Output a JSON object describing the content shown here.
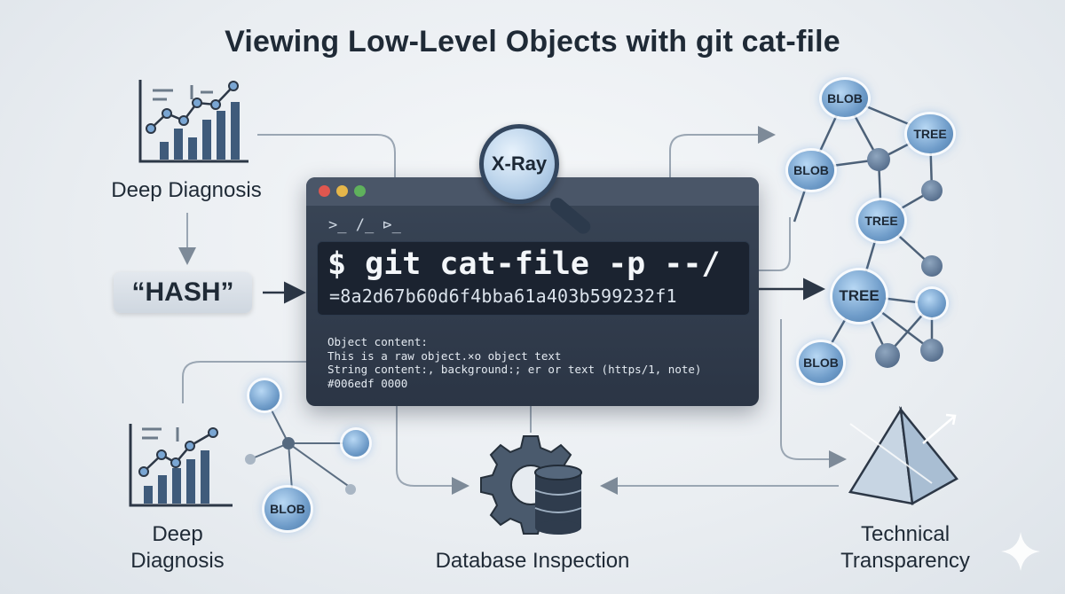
{
  "title": "Viewing Low-Level Objects with git cat-file",
  "labels": {
    "deep_diagnosis_top": "Deep Diagnosis",
    "deep_diagnosis_bottom": [
      "Deep",
      "Diagnosis"
    ],
    "database_inspection": "Database Inspection",
    "technical_transparency": [
      "Technical",
      "Transparency"
    ]
  },
  "hash_pill": "“HASH”",
  "xray_label": "X-Ray",
  "terminal": {
    "prompt_glyphs": ">_ /_ ⊳_",
    "command": "$ git cat-file -p --/",
    "hash": "=8a2d67b60d6f4bba61a403b599232f1",
    "content_lines": [
      "Object content:",
      "This is a raw object.×o object text",
      "String content:, background:; er or text (https/1, note)",
      "#006edf 0000"
    ]
  },
  "graph_nodes": {
    "blob_1": "BLOB",
    "tree_1": "TREE",
    "blob_2": "BLOB",
    "tree_2": "TREE",
    "tree_3": "TREE",
    "blob_3": "BLOB",
    "blob_left": "BLOB"
  },
  "icons": [
    "bar-chart-icon",
    "magnifier-icon",
    "gear-icon",
    "database-icon",
    "pyramid-icon",
    "sparkle-icon"
  ],
  "colors": {
    "terminal_bg": "#2b3545",
    "node_blue": "#6f9cc9",
    "red_dot": "#e0574f",
    "yellow_dot": "#e5b64a",
    "green_dot": "#5fb15c"
  }
}
